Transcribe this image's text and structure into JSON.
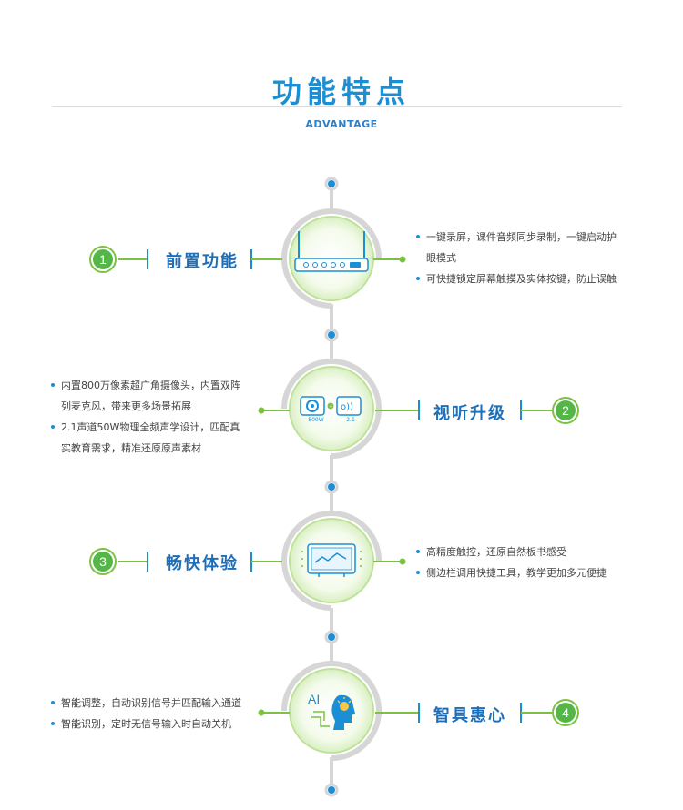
{
  "header": {
    "title": "功能特点",
    "subtitle": "ADVANTAGE"
  },
  "features": [
    {
      "number": "1",
      "title": "前置功能",
      "side": "left",
      "icon": "monitor-front-panel-icon",
      "bullets": [
        "一键录屏，课件音频同步录制，一键启动护",
        "眼模式",
        "可快捷锁定屏幕触摸及实体按键，防止误触"
      ]
    },
    {
      "number": "2",
      "title": "视听升级",
      "side": "right",
      "icon": "camera-speaker-icon",
      "icon_labels": [
        "800W",
        "2.1"
      ],
      "bullets": [
        "内置800万像素超广角摄像头，内置双阵",
        "列麦克风，带来更多场景拓展",
        "2.1声道50W物理全频声学设计，匹配真",
        "实教育需求，精准还原原声素材"
      ]
    },
    {
      "number": "3",
      "title": "畅快体验",
      "side": "left",
      "icon": "touch-board-icon",
      "bullets": [
        "高精度触控，还原自然板书感受",
        "侧边栏调用快捷工具，教学更加多元便捷"
      ]
    },
    {
      "number": "4",
      "title": "智具惠心",
      "side": "right",
      "icon": "ai-head-icon",
      "icon_labels": [
        "AI"
      ],
      "bullets": [
        "智能调整，自动识别信号并匹配输入通道",
        "智能识别，定时无信号输入时自动关机"
      ]
    }
  ],
  "colors": {
    "accent_blue": "#1b8fd6",
    "accent_green": "#7cc242",
    "badge_green": "#55b648",
    "track_gray": "#d6d6d6"
  }
}
